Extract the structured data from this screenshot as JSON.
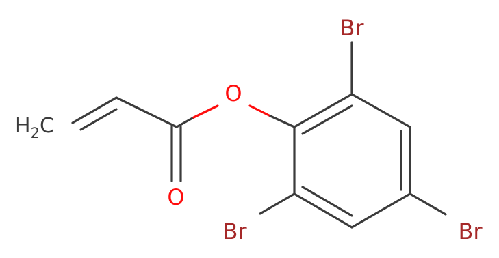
{
  "molecule": {
    "atom_labels": {
      "methylene": {
        "main": "H",
        "subscript": "2",
        "suffix": "C"
      },
      "ether_oxygen": "O",
      "carbonyl_oxygen": "O",
      "bromine_top": "Br",
      "bromine_bottom_left": "Br",
      "bromine_bottom_right": "Br"
    },
    "colors": {
      "bond": "#3b3b3b",
      "carbon_text": "#3b3b3b",
      "oxygen": "#ff0d0d",
      "bromine": "#a62929"
    }
  }
}
